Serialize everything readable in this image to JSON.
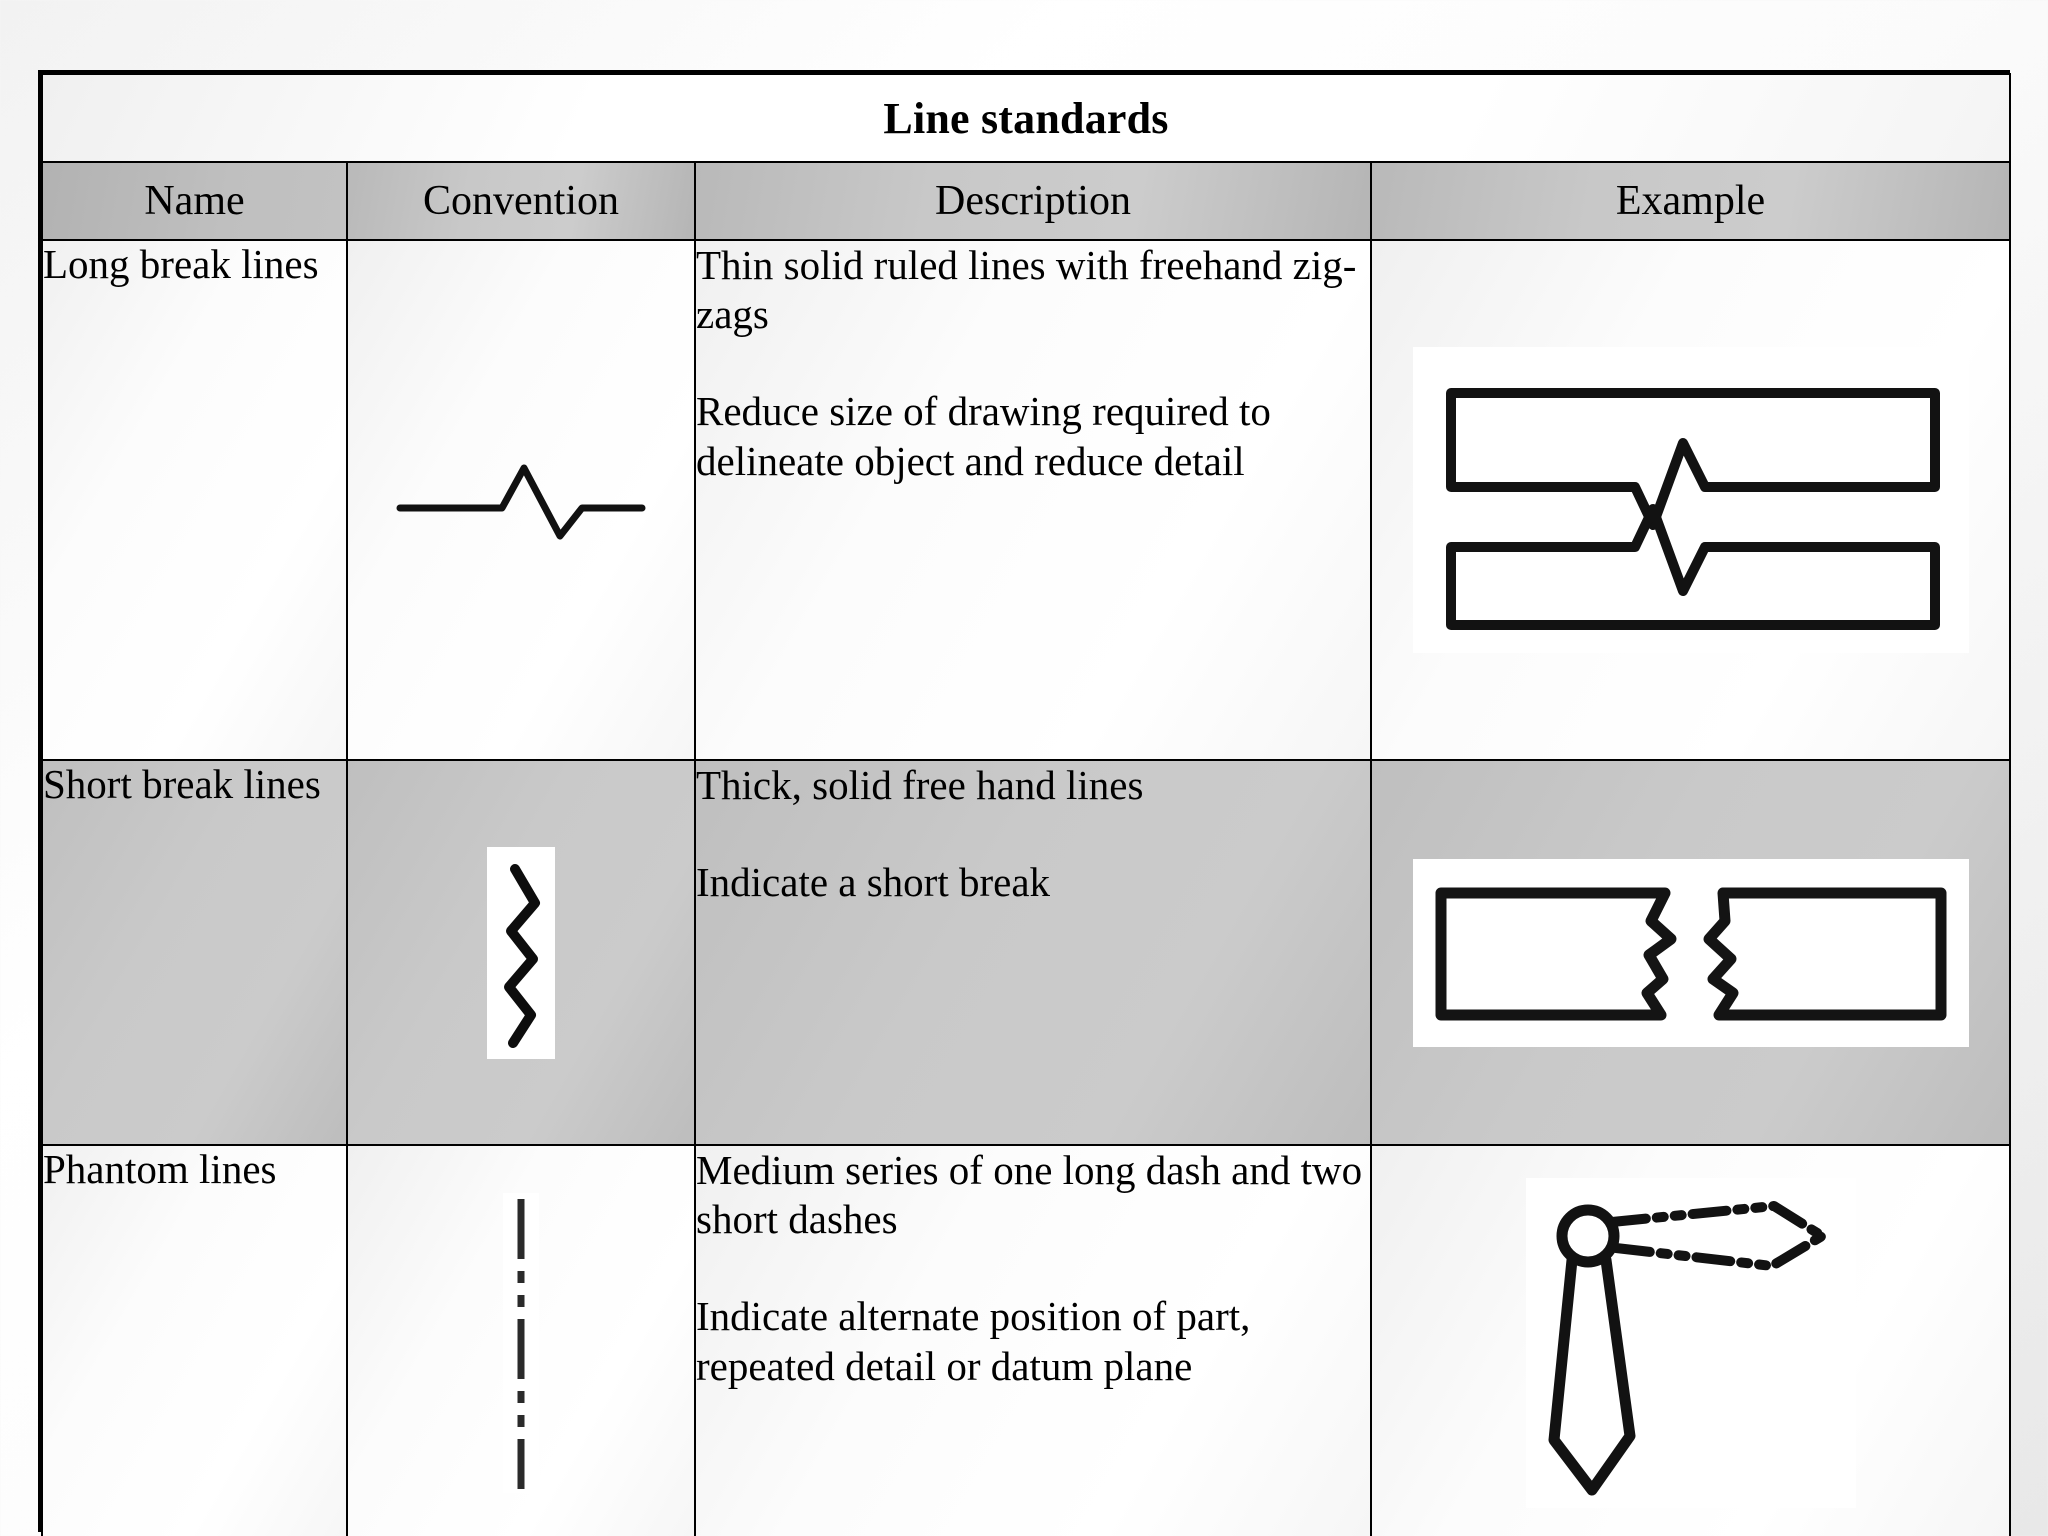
{
  "slide": {
    "title": "Line standards",
    "decorations": {
      "dot_color": "#8a8a8a",
      "dot_left_name": "slide-decoration-dot-left",
      "dot_right_name": "slide-decoration-dot-right"
    }
  },
  "table": {
    "title": "Line standards",
    "columns": [
      "Name",
      "Convention",
      "Description",
      "Example"
    ],
    "header_bg": "#c4c4c4",
    "rows": [
      {
        "name": "Long break lines",
        "convention_icon": "long-break-zigzag-icon",
        "description": [
          "Thin solid ruled lines with freehand zig-zags",
          "Reduce size of drawing required to delineate object and reduce detail"
        ],
        "example_icon": "two-bars-with-long-break-example",
        "row_shade": "light"
      },
      {
        "name": "Short break lines",
        "convention_icon": "short-break-wavy-icon",
        "description": [
          "Thick, solid free hand lines",
          "Indicate a short break"
        ],
        "example_icon": "two-bars-with-short-break-example",
        "row_shade": "dark"
      },
      {
        "name": "Phantom lines",
        "convention_icon": "phantom-dash-dot-dot-icon",
        "description": [
          "Medium series of one long dash and two short dashes",
          "Indicate alternate position of part, repeated detail or datum plane"
        ],
        "example_icon": "pivot-arm-alternate-position-example",
        "row_shade": "light"
      }
    ]
  }
}
